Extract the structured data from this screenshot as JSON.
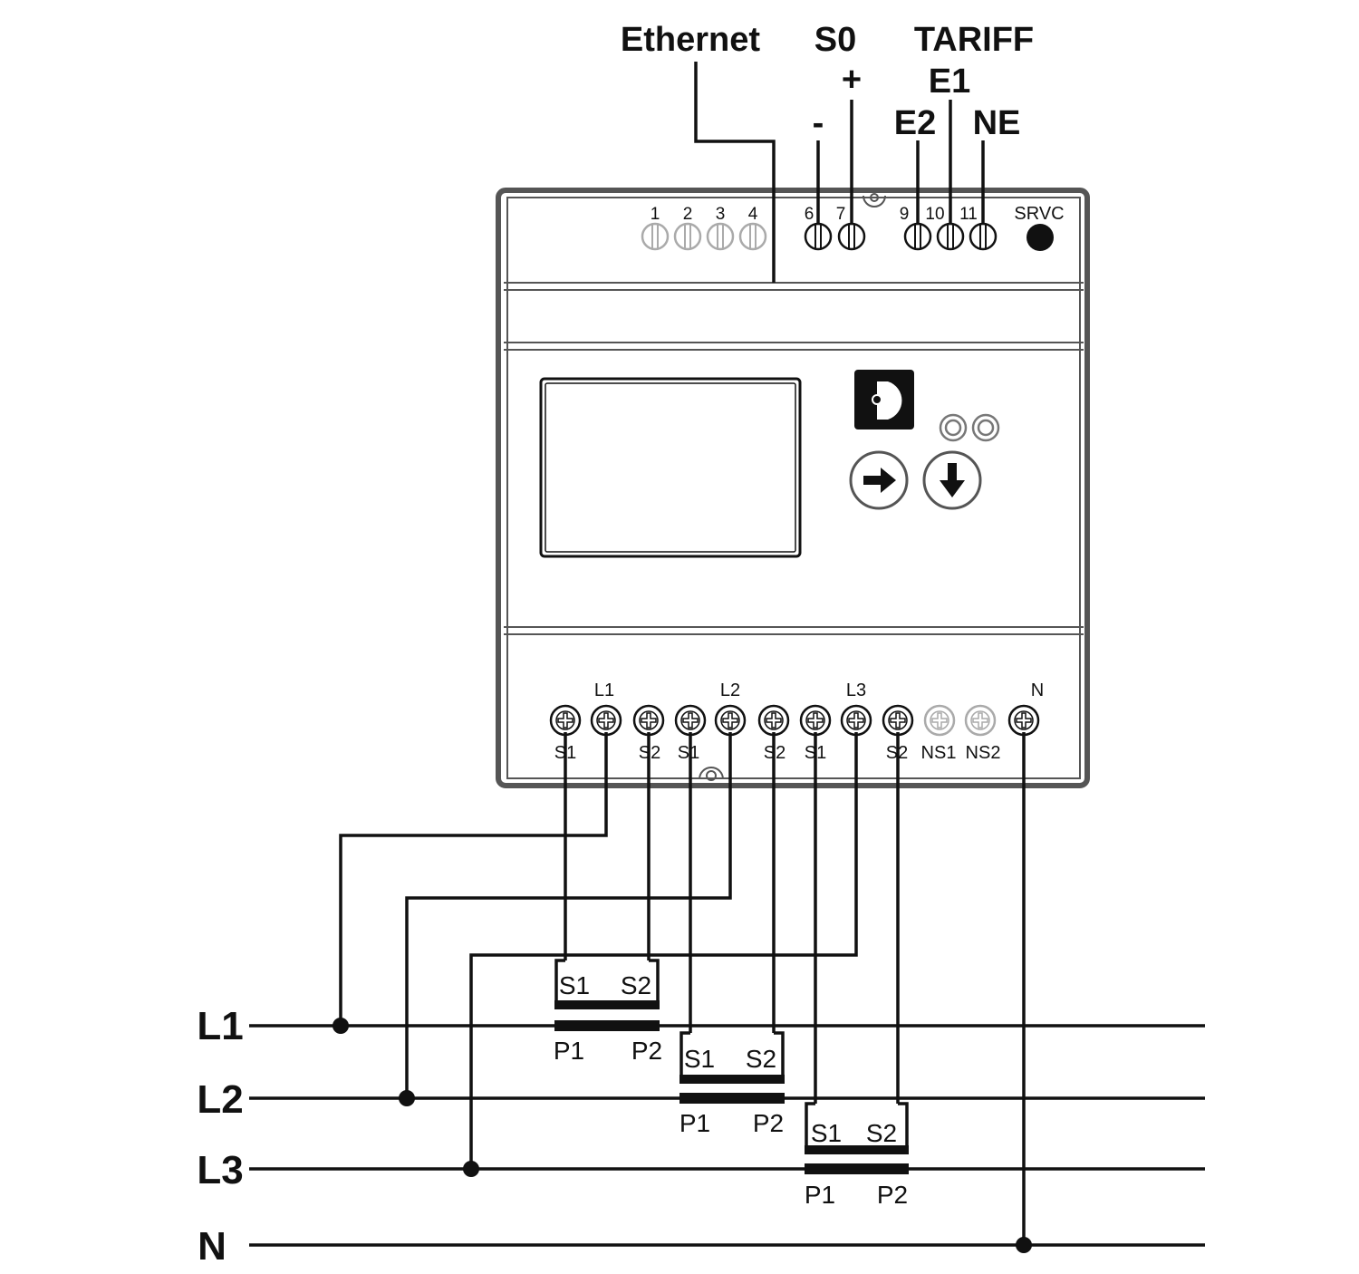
{
  "top_labels": {
    "ethernet": "Ethernet",
    "s0": "S0",
    "tariff": "TARIFF",
    "plus": "+",
    "minus": "-",
    "e1": "E1",
    "e2": "E2",
    "ne": "NE"
  },
  "top_terminals": [
    "1",
    "2",
    "3",
    "4",
    "6",
    "7",
    "9",
    "10",
    "11"
  ],
  "srvc_label": "SRVC",
  "bottom_phase_labels": [
    "L1",
    "L2",
    "L3",
    "N"
  ],
  "bottom_terminal_labels": [
    "S1",
    "S2",
    "S1",
    "S2",
    "S1",
    "S2",
    "NS1",
    "NS2"
  ],
  "line_labels": [
    "L1",
    "L2",
    "L3",
    "N"
  ],
  "ct_labels": {
    "s1": "S1",
    "s2": "S2",
    "p1": "P1",
    "p2": "P2"
  },
  "icons": {
    "logo": "phoenix-contact-logo-icon",
    "next": "arrow-right-icon",
    "down": "arrow-down-icon",
    "leds": "led-indicator-icon",
    "srvc": "srvc-button-icon"
  }
}
